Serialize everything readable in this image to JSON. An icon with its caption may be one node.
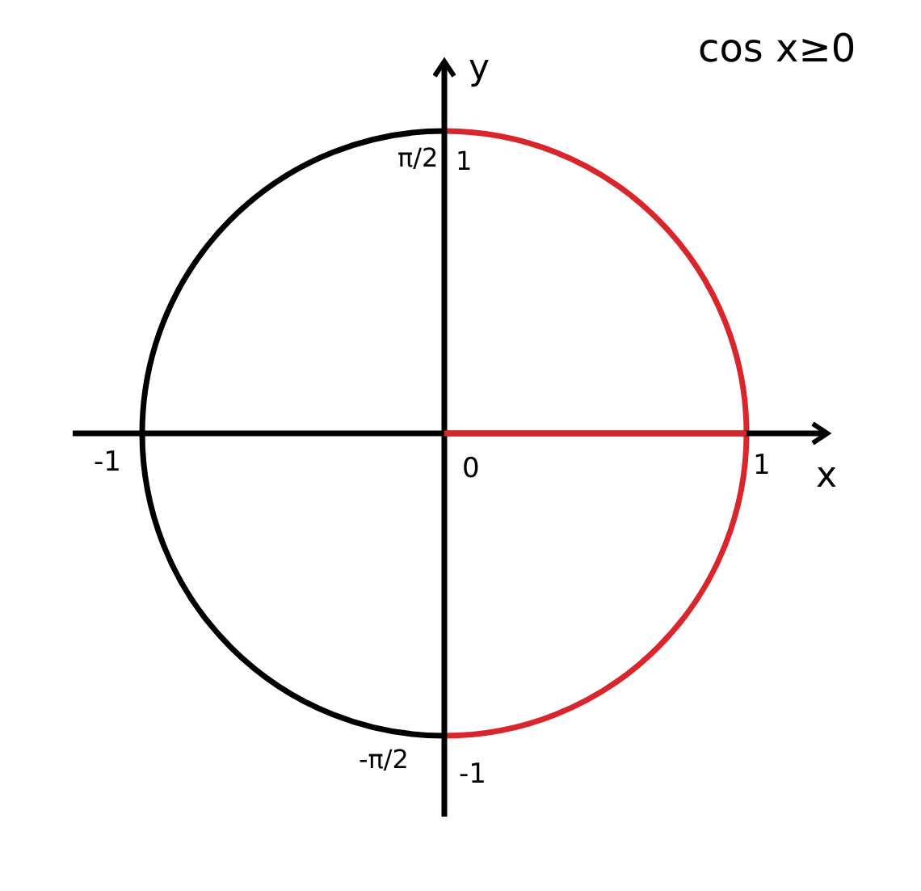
{
  "diagram": {
    "title": "cos x≥0",
    "labels": [
      "y",
      "π/2",
      "1",
      "-1",
      "0",
      "1",
      "x",
      "-π/2",
      "-1"
    ]
  }
}
